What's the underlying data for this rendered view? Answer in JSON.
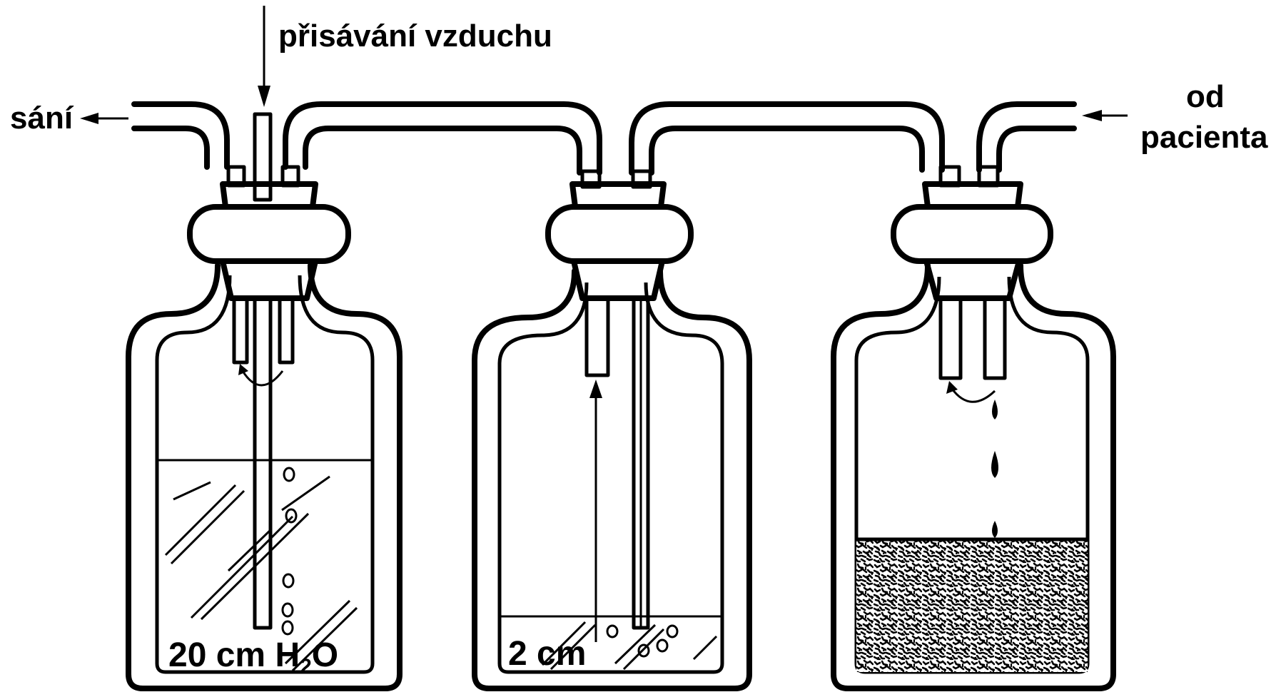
{
  "labels": {
    "suction": "sání",
    "air_intake": "přisávání vzduchu",
    "from_patient_line1": "od",
    "from_patient_line2": "pacienta"
  },
  "bottles": [
    {
      "id": "regulator",
      "level_label_main": "20 cm H",
      "level_label_sub": "2",
      "level_label_tail": "O"
    },
    {
      "id": "water-seal",
      "level_label": "2 cm"
    },
    {
      "id": "collection"
    }
  ]
}
